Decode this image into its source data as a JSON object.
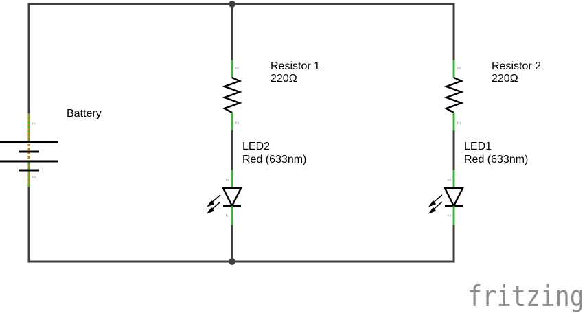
{
  "colors": {
    "wire": "#404040",
    "pin": "#3cb13c",
    "battery_lead": "#b8860b",
    "logo": "#8c8c8c"
  },
  "battery": {
    "label": "Battery",
    "pin1": "1",
    "pin2": "2"
  },
  "resistor1": {
    "name": "Resistor 1",
    "value": "220Ω",
    "pin1": "1",
    "pin2": "2"
  },
  "resistor2": {
    "name": "Resistor 2",
    "value": "220Ω",
    "pin1": "1",
    "pin2": "2"
  },
  "led2": {
    "name": "LED2",
    "color": "Red (633nm)",
    "pin1": "1",
    "pin2": "2"
  },
  "led1": {
    "name": "LED1",
    "color": "Red (633nm)",
    "pin1": "1",
    "pin2": "2"
  },
  "brand": {
    "logo_text": "fritzing"
  }
}
